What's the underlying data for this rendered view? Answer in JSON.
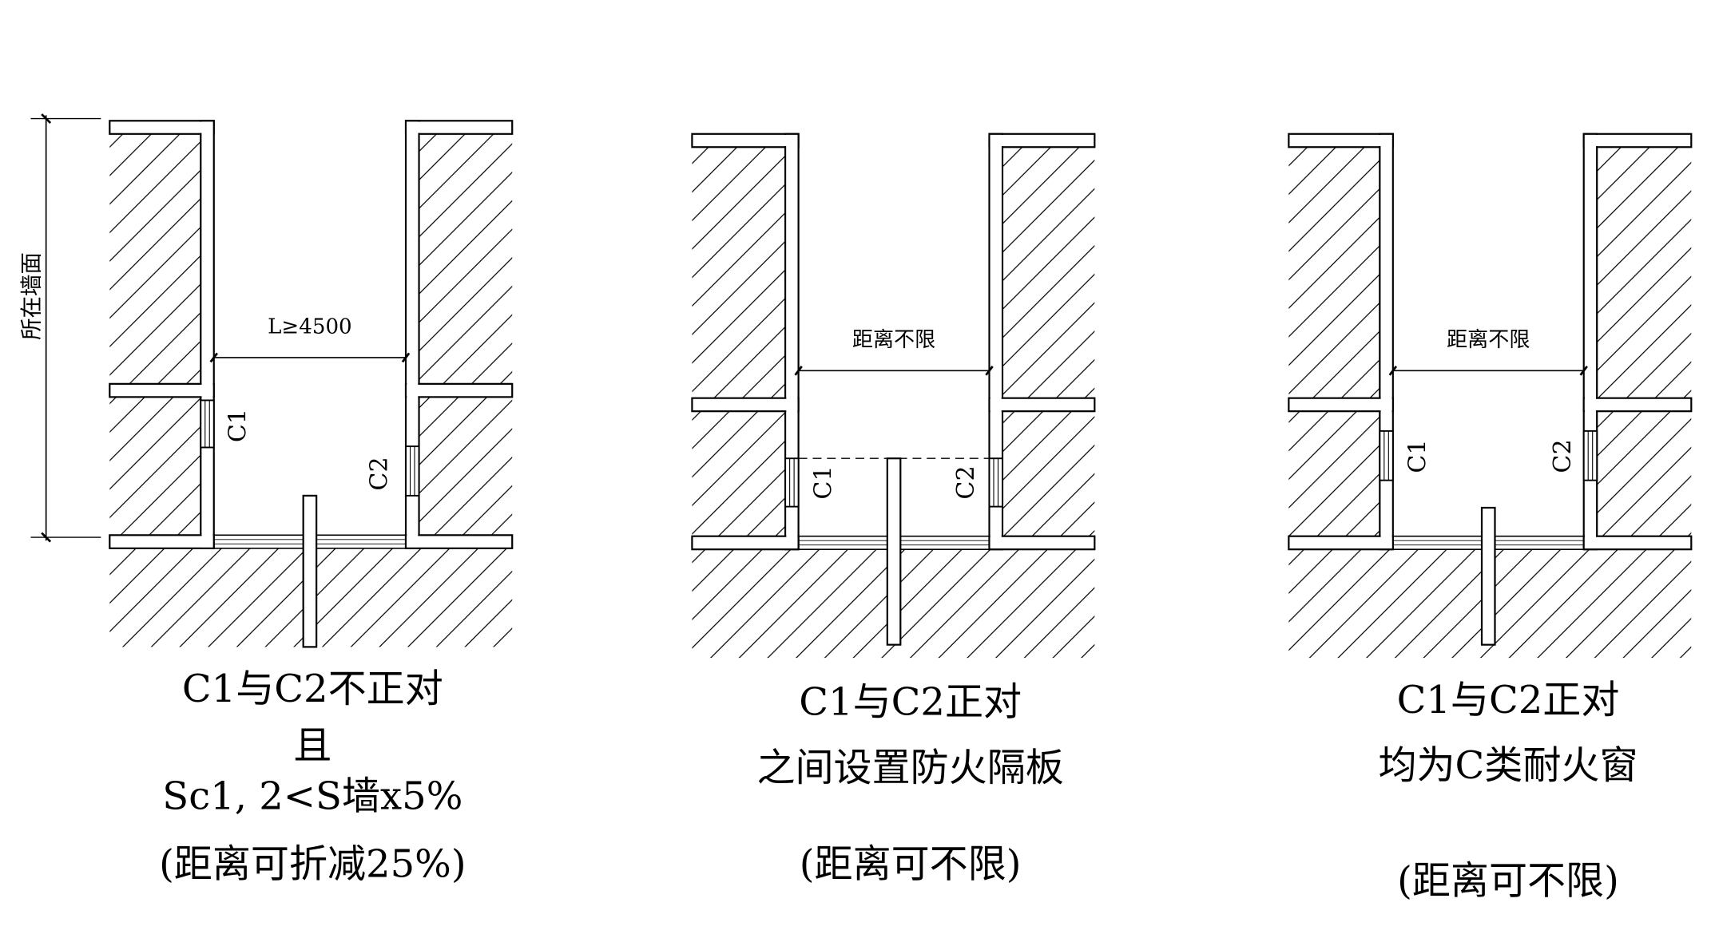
{
  "dimension_label": "所在墙面",
  "diagrams": [
    {
      "id": "not-facing",
      "distance_label": "L≥4500",
      "window_1": "C1",
      "window_2": "C2",
      "captions": [
        "C1与C2不正对",
        "且",
        "Sc1, 2<S墙x5%",
        "(距离可折减25%)"
      ]
    },
    {
      "id": "facing-with-fire-baffle",
      "distance_label": "距离不限",
      "window_1": "C1",
      "window_2": "C2",
      "captions": [
        "C1与C2正对",
        "之间设置防火隔板",
        "(距离可不限)"
      ]
    },
    {
      "id": "facing-class-c-windows",
      "distance_label": "距离不限",
      "window_1": "C1",
      "window_2": "C2",
      "captions": [
        "C1与C2正对",
        "均为C类耐火窗",
        "(距离可不限)"
      ]
    }
  ]
}
